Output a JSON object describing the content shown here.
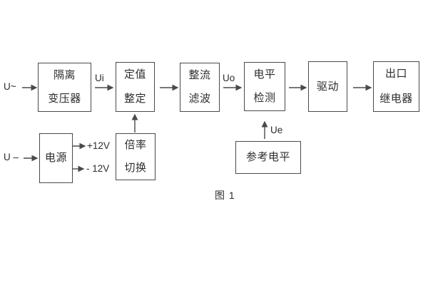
{
  "diagram": {
    "caption": "图 1",
    "nodes": {
      "isolation_transformer": {
        "line1": "隔离",
        "line2": "变压器"
      },
      "value_setting": {
        "line1": "定值",
        "line2": "整定"
      },
      "rectify_filter": {
        "line1": "整流",
        "line2": "滤波"
      },
      "level_detection": {
        "line1": "电平",
        "line2": "检测"
      },
      "drive": {
        "label": "驱动"
      },
      "output_relay": {
        "line1": "出口",
        "line2": "继电器"
      },
      "power_supply": {
        "label": "电源"
      },
      "ratio_switch": {
        "line1": "倍率",
        "line2": "切换"
      },
      "reference_level": {
        "label": "参考电平"
      }
    },
    "labels": {
      "ac_input": "U~",
      "dc_input": "U –",
      "ui": "Ui",
      "uo": "Uo",
      "ue": "Ue",
      "plus_12v": "+12V",
      "minus_12v": "- 12V"
    },
    "colors": {
      "line": "#4a4a4a",
      "text": "#2d2d2d",
      "background": "#ffffff"
    }
  }
}
